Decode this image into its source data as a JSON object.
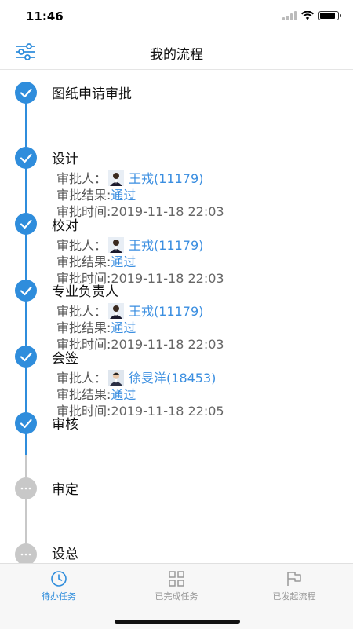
{
  "status_bar": {
    "time": "11:46"
  },
  "nav": {
    "title": "我的流程"
  },
  "steps": [
    {
      "title": "图纸申请审批",
      "status": "done"
    },
    {
      "title": "设计",
      "status": "done",
      "approver_label": "审批人：",
      "approver": "王戎(11179)",
      "result_label": "审批结果:",
      "result": "通过",
      "time_label": "审批时间:",
      "time": "2019-11-18 22:03"
    },
    {
      "title": "校对",
      "status": "done",
      "approver_label": "审批人：",
      "approver": "王戎(11179)",
      "result_label": "审批结果:",
      "result": "通过",
      "time_label": "审批时间:",
      "time": "2019-11-18 22:03"
    },
    {
      "title": "专业负责人",
      "status": "done",
      "approver_label": "审批人：",
      "approver": "王戎(11179)",
      "result_label": "审批结果:",
      "result": "通过",
      "time_label": "审批时间:",
      "time": "2019-11-18 22:03"
    },
    {
      "title": "会签",
      "status": "done",
      "approver_label": "审批人：",
      "approver": "徐旻洋(18453)",
      "result_label": "审批结果:",
      "result": "通过",
      "time_label": "审批时间:",
      "time": "2019-11-18 22:05"
    },
    {
      "title": "审核",
      "status": "done"
    },
    {
      "title": "审定",
      "status": "pending"
    },
    {
      "title": "设总",
      "status": "pending"
    }
  ],
  "tabs": [
    {
      "label": "待办任务",
      "icon": "clock-icon",
      "active": true
    },
    {
      "label": "已完成任务",
      "icon": "grid-icon",
      "active": false
    },
    {
      "label": "已发起流程",
      "icon": "flag-icon",
      "active": false
    }
  ],
  "colors": {
    "accent": "#2f8ddc",
    "pending": "#c8c8c8",
    "link": "#3a8ee0"
  }
}
